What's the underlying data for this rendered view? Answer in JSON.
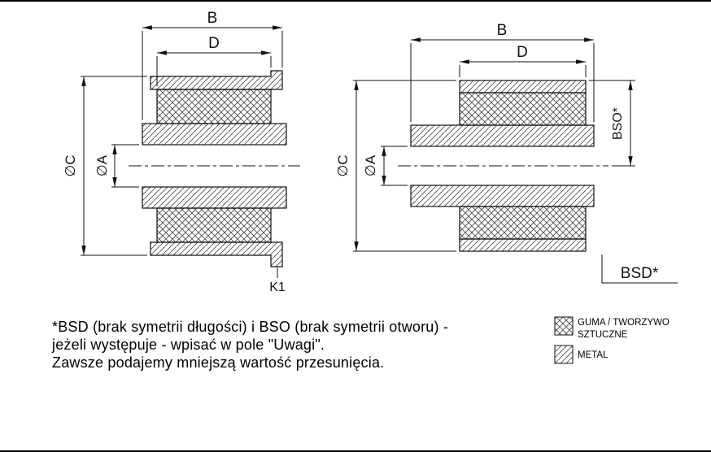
{
  "drawing": {
    "left_view": {
      "dim_B": "B",
      "dim_D": "D",
      "dim_C": "∅C",
      "dim_A": "∅A",
      "k1_label": "K1"
    },
    "right_view": {
      "dim_B": "B",
      "dim_D": "D",
      "dim_C": "∅C",
      "dim_A": "∅A",
      "bso_label": "BSO*",
      "bsd_label": "BSD*"
    }
  },
  "notes": {
    "line1": "*BSD (brak symetrii długości) i BSO (brak symetrii otworu) -",
    "line2": "jeżeli występuje - wpisać w pole \"Uwagi\".",
    "line3": "Zawsze podajemy mniejszą wartość przesunięcia."
  },
  "legend": {
    "rubber_line1": "GUMA / TWORZYWO",
    "rubber_line2": "SZTUCZNE",
    "metal_label": "METAL"
  },
  "colors": {
    "line": "#111111",
    "background": "#ffffff"
  }
}
